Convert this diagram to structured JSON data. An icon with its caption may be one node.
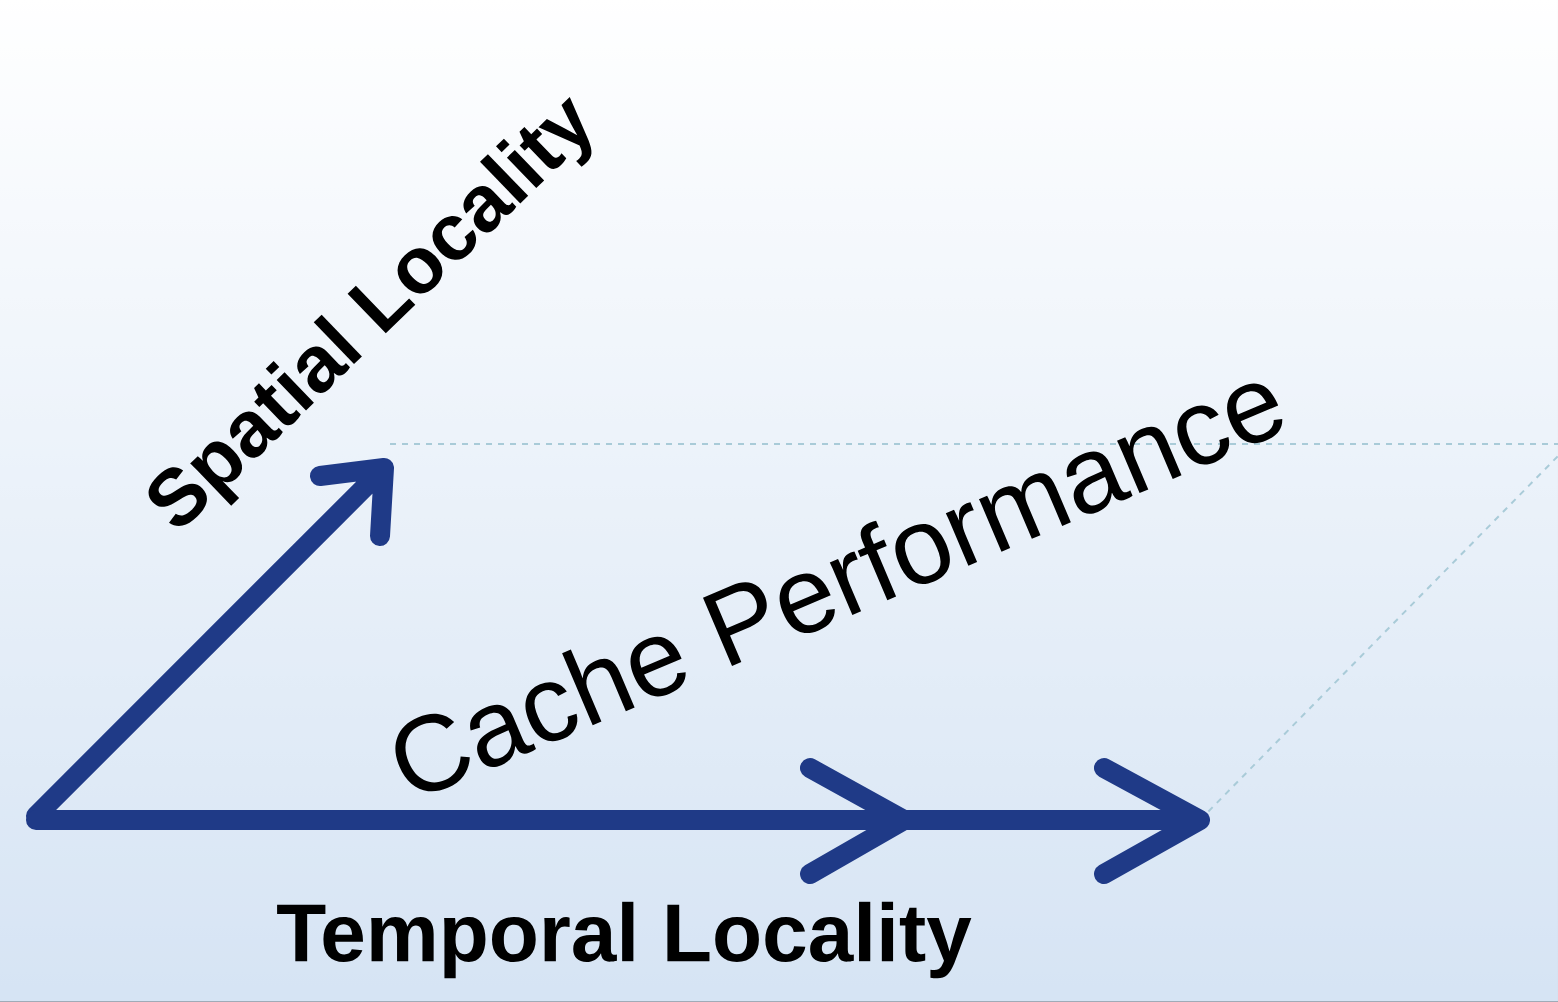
{
  "diagram": {
    "labels": [
      "Spatial Locality",
      "Cache Performance",
      "Temporal Locality"
    ]
  }
}
